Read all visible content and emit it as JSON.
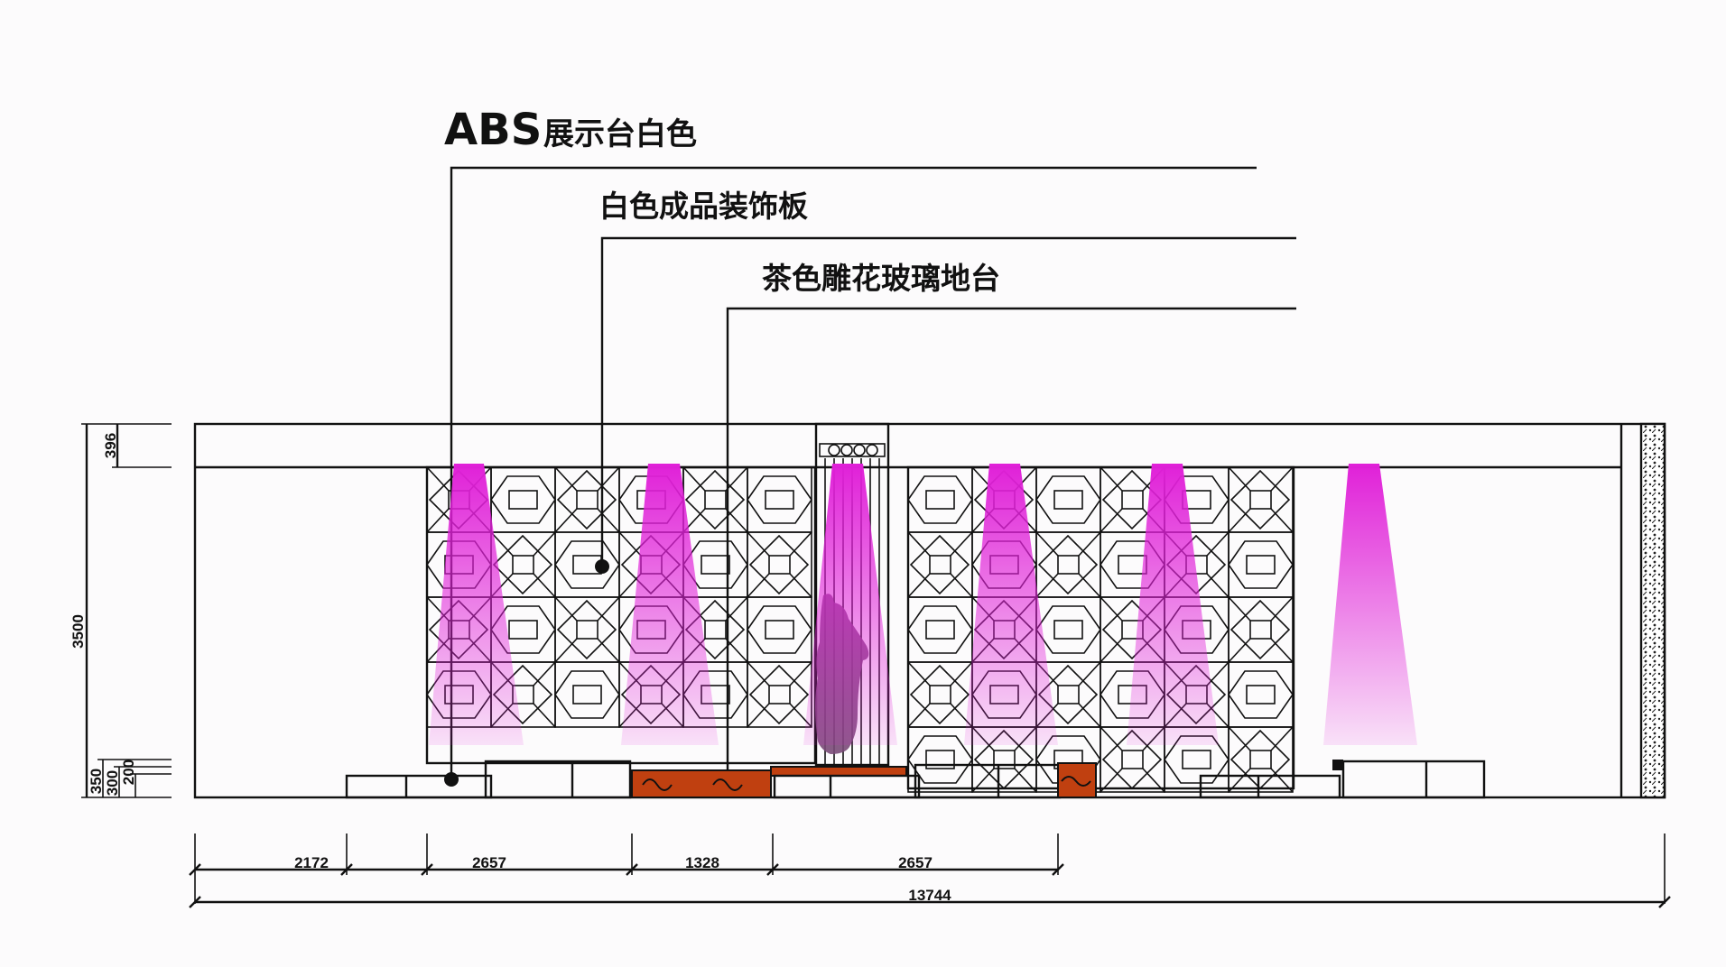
{
  "callouts": [
    {
      "prefix": "ABS",
      "text": "展示台白色"
    },
    {
      "text": "白色成品装饰板"
    },
    {
      "text": "茶色雕花玻璃地台"
    }
  ],
  "dimensions": {
    "left_height": "3500",
    "left_top": "396",
    "left_bottom_1": "350",
    "left_bottom_2": "300",
    "left_bottom_3": "200",
    "bottom_segments": [
      "2172",
      "2657",
      "1328",
      "2657"
    ],
    "total": "13744"
  },
  "colors": {
    "light_beam": "#e020d8",
    "floor_base": "#c04010",
    "figure": "#7a4a78",
    "line": "#111111"
  }
}
